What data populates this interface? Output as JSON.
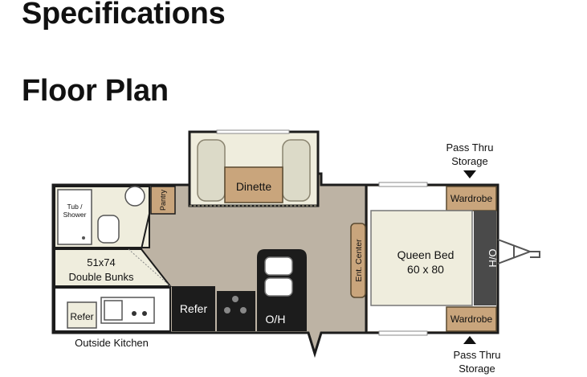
{
  "headings": {
    "specifications": "Specifications",
    "floor_plan": "Floor Plan"
  },
  "floor_plan": {
    "pass_thru_top": [
      "Pass Thru",
      "Storage"
    ],
    "pass_thru_bottom": [
      "Pass Thru",
      "Storage"
    ],
    "dinette": "Dinette",
    "pantry": "Pantry",
    "tub_shower": [
      "Tub /",
      "Shower"
    ],
    "bunks": [
      "51x74",
      "Double Bunks"
    ],
    "refer_outside": "Refer",
    "outside_kitchen": "Outside Kitchen",
    "refer": "Refer",
    "oh_kitchen": "O/H",
    "ent_center": "Ent. Center",
    "queen_bed": [
      "Queen Bed",
      "60 x 80"
    ],
    "wardrobe_top": "Wardrobe",
    "wardrobe_bottom": "Wardrobe",
    "oh_bedroom": "O/H",
    "colors": {
      "floor": "#bdb3a4",
      "wall": "#1c1c1c",
      "cream": "#efeddd",
      "tan": "#c9a57c",
      "dark_panel": "#4a4a4a"
    }
  }
}
